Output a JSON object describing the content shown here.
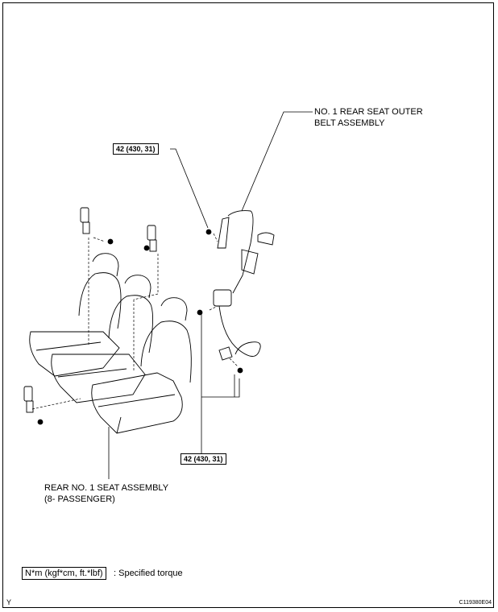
{
  "callouts": {
    "belt_assembly": [
      "NO. 1 REAR SEAT OUTER",
      "BELT ASSEMBLY"
    ],
    "seat_assembly": [
      "REAR NO. 1 SEAT ASSEMBLY",
      "(8- PASSENGER)"
    ]
  },
  "torque_labels": [
    "42 (430, 31)",
    "42 (430, 31)"
  ],
  "legend": {
    "unit": "N*m (kgf*cm, ft.*lbf)",
    "meaning": ": Specified torque"
  },
  "footer": {
    "left_code": "Y",
    "figure_id": "C119380E04"
  }
}
